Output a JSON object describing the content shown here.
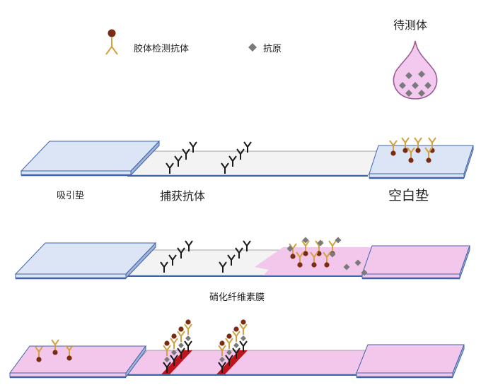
{
  "legend": {
    "detection_antibody": "胶体检测抗体",
    "antigen": "抗原"
  },
  "sample_label": "待测体",
  "labels": {
    "absorbent_pad": "吸引垫",
    "capture_antibody": "捕获抗体",
    "blank_pad": "空白垫",
    "nitrocellulose": "硝化纤维素膜"
  },
  "colors": {
    "pad_blue": "#dbe5f6",
    "pad_edge": "#3f63a8",
    "membrane": "#f3f3f3",
    "flow_pink": "#f3c6ec",
    "sample_pink": "#f4c9ef",
    "antigen": "#7a7a7a",
    "colloid": "#7a2c12",
    "antibody_gold": "#d3a240",
    "capture_black": "#1a1a1a",
    "test_line_red": "#c0141c"
  }
}
